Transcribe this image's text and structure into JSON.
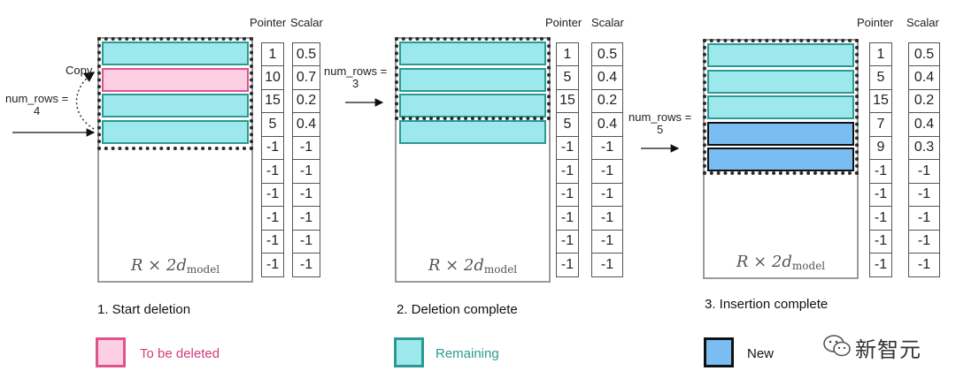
{
  "col_headers": {
    "pointer": "Pointer",
    "scalar": "Scalar"
  },
  "matrix_label": {
    "main": "R × 2d",
    "sub": "model"
  },
  "panels": [
    {
      "num_rows_label": "num_rows =",
      "num_rows_value": "4",
      "copy_label": "Copy",
      "step_label": "1. Start deletion",
      "pointers": [
        "1",
        "10",
        "15",
        "5",
        "-1",
        "-1",
        "-1",
        "-1",
        "-1",
        "-1"
      ],
      "scalars": [
        "0.5",
        "0.7",
        "0.2",
        "0.4",
        "-1",
        "-1",
        "-1",
        "-1",
        "-1",
        "-1"
      ],
      "rows": [
        "remaining",
        "deleted",
        "remaining",
        "remaining"
      ]
    },
    {
      "num_rows_label": "num_rows =",
      "num_rows_value": "3",
      "step_label": "2. Deletion complete",
      "pointers": [
        "1",
        "5",
        "15",
        "5",
        "-1",
        "-1",
        "-1",
        "-1",
        "-1",
        "-1"
      ],
      "scalars": [
        "0.5",
        "0.4",
        "0.2",
        "0.4",
        "-1",
        "-1",
        "-1",
        "-1",
        "-1",
        "-1"
      ],
      "rows": [
        "remaining",
        "remaining",
        "remaining",
        "remaining"
      ]
    },
    {
      "num_rows_label": "num_rows =",
      "num_rows_value": "5",
      "step_label": "3. Insertion complete",
      "pointers": [
        "1",
        "5",
        "15",
        "7",
        "9",
        "-1",
        "-1",
        "-1",
        "-1",
        "-1"
      ],
      "scalars": [
        "0.5",
        "0.4",
        "0.2",
        "0.4",
        "0.3",
        "-1",
        "-1",
        "-1",
        "-1",
        "-1"
      ],
      "rows": [
        "remaining",
        "remaining",
        "remaining",
        "new",
        "new"
      ]
    }
  ],
  "legend": [
    {
      "label": "To be deleted",
      "fill": "#fcd0e2",
      "border": "#e0528e",
      "text_color": "#d63a7a"
    },
    {
      "label": "Remaining",
      "fill": "#9de8ec",
      "border": "#2a9a93",
      "text_color": "#2a9a93"
    },
    {
      "label": "New",
      "fill": "#79bdf3",
      "border": "#111111",
      "text_color": "#111111"
    }
  ],
  "watermark": "新智元"
}
